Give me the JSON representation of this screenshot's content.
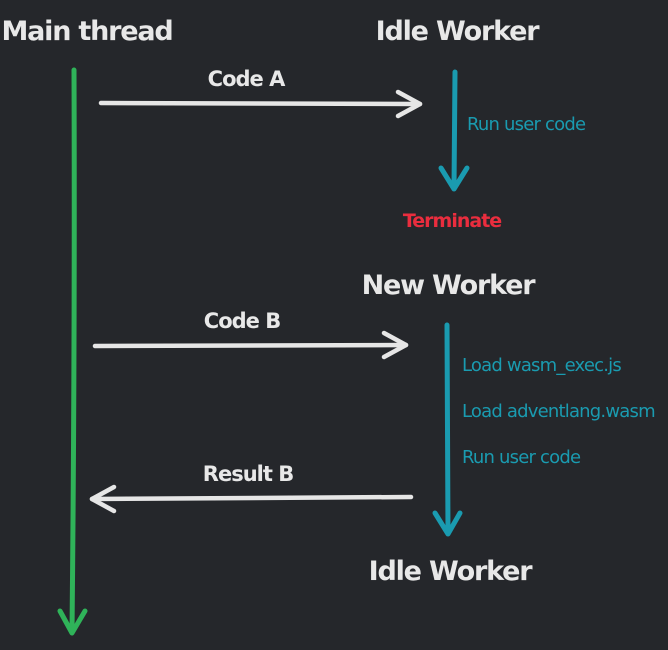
{
  "colors": {
    "background": "#25272b",
    "main_thread_line": "#2fb359",
    "worker_line": "#1a9bb0",
    "message_arrow": "#e6e6e6",
    "terminate_text": "#ea2d3e",
    "title_text": "#e8e8e8"
  },
  "headers": {
    "main_thread": "Main thread",
    "idle_worker_top": "Idle Worker",
    "new_worker": "New Worker",
    "idle_worker_bottom": "Idle Worker"
  },
  "messages": {
    "code_a": "Code A",
    "code_b": "Code B",
    "result_b": "Result B"
  },
  "worker_steps": {
    "idle": [
      "Run user code"
    ],
    "new": [
      "Load wasm_exec.js",
      "Load adventlang.wasm",
      "Run user code"
    ]
  },
  "events": {
    "terminate": "Terminate"
  }
}
